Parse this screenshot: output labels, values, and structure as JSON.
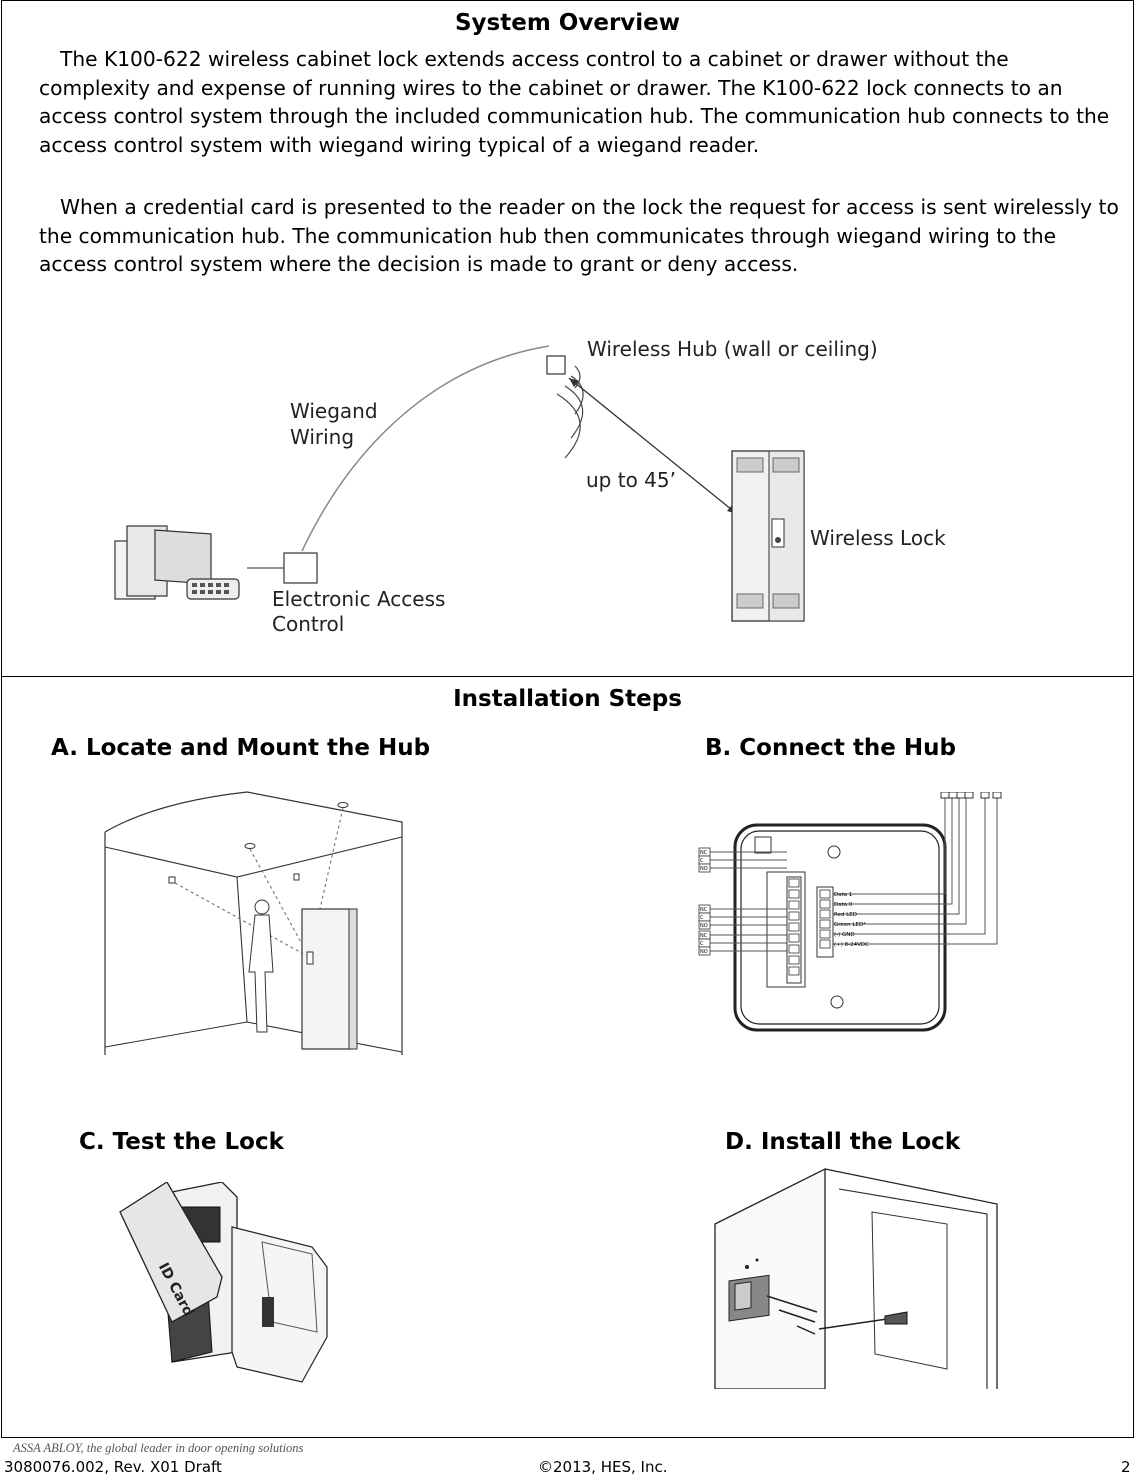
{
  "overview": {
    "title": "System Overview",
    "para1": "The K100-622 wireless cabinet lock extends access control to a cabinet or drawer without the complexity and expense of running wires to the cabinet or drawer. The K100-622 lock connects to an access control system through the included communication hub.  The communication hub connects to the access control system with wiegand wiring typical of a wiegand reader.",
    "para2": "When a credential card is presented to the reader on the lock the request for access is sent wirelessly to the communication hub. The communication hub then communicates through wiegand wiring to the access control system where the decision is made to grant or deny access.",
    "diagram": {
      "hub_label": "Wireless Hub (wall or ceiling)",
      "wiegand_line1": "Wiegand",
      "wiegand_line2": "Wiring",
      "range_label": "up to 45’",
      "lock_label": "Wireless Lock",
      "eac_line1": "Electronic Access",
      "eac_line2": "Control"
    }
  },
  "install": {
    "title": "Installation Steps",
    "step_a": "A. Locate and Mount the Hub",
    "step_b": "B. Connect the Hub",
    "step_c": "C. Test the Lock",
    "step_d": "D. Install the Lock",
    "hub_terminals": [
      "Data 1",
      "Data 0",
      "Red LED",
      "Green LED*",
      "(-) GND",
      "(+) 8-24VDC"
    ],
    "relay_labels": [
      "NC",
      "C",
      "NO"
    ],
    "card_text": "ID Card"
  },
  "footer": {
    "tagline": "ASSA ABLOY, the global leader in door opening solutions",
    "docnum": "3080076.002, Rev. X01 Draft",
    "copyright": "©2013, HES, Inc.",
    "page": "2"
  }
}
